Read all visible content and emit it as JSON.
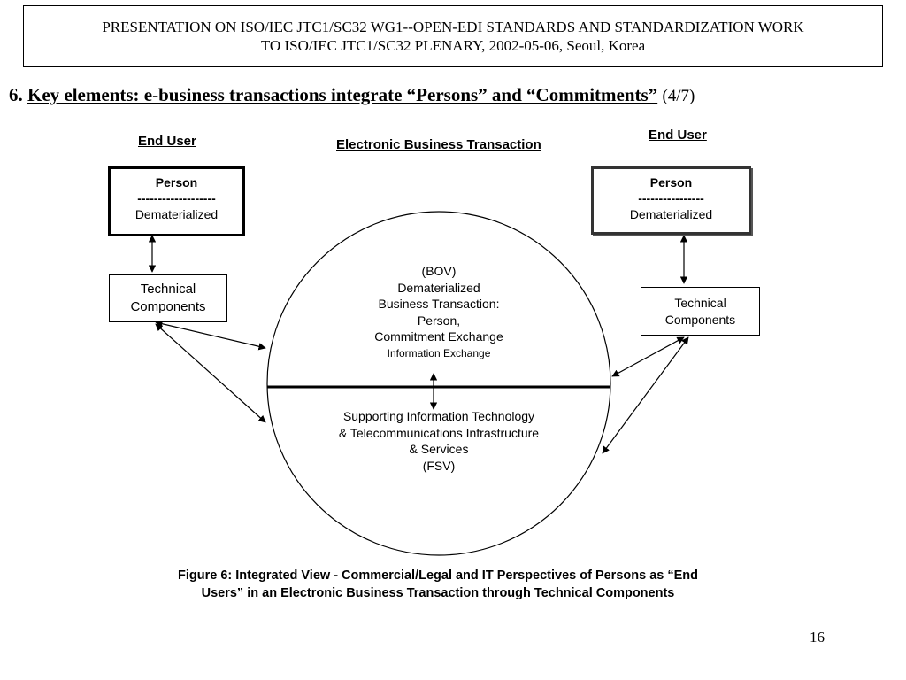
{
  "header": {
    "line1": "PRESENTATION ON ISO/IEC JTC1/SC32 WG1--OPEN-EDI STANDARDS AND STANDARDIZATION WORK",
    "line2": "TO ISO/IEC JTC1/SC32 PLENARY,  2002-05-06, Seoul, Korea"
  },
  "heading": {
    "number": "6.",
    "title": "Key elements: e-business transactions integrate “Persons” and “Commitments”",
    "page": "(4/7)"
  },
  "diagram": {
    "left_user": {
      "label": "End User",
      "person_title": "Person",
      "person_divider": "-------------------",
      "person_sub": "Dematerialized",
      "tech_line1": "Technical",
      "tech_line2": "Components"
    },
    "right_user": {
      "label": "End User",
      "person_title": "Person",
      "person_divider": "----------------",
      "person_sub": "Dematerialized",
      "tech_line1": "Technical",
      "tech_line2": "Components"
    },
    "transaction_title": "Electronic Business Transaction",
    "bov": {
      "line1": "(BOV)",
      "line2": "Dematerialized",
      "line3": "Business Transaction:",
      "line4": "Person,",
      "line5": "Commitment Exchange",
      "line6": "Information Exchange"
    },
    "fsv": {
      "line1": "Supporting Information Technology",
      "line2": "& Telecommunications Infrastructure",
      "line3": "& Services",
      "line4": "(FSV)"
    }
  },
  "caption": {
    "line1": "Figure 6: Integrated View - Commercial/Legal and IT Perspectives of Persons as “End",
    "line2": "Users” in an Electronic Business Transaction through Technical Components"
  },
  "page_number": "16"
}
